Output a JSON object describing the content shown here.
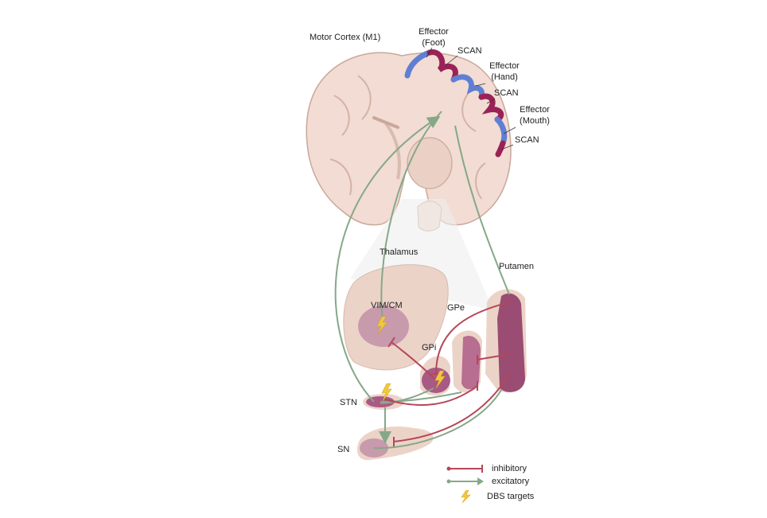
{
  "labels": {
    "motor_cortex": "Motor Cortex (M1)",
    "effector_foot": "Effector\n(Foot)",
    "effector_foot_l1": "Effector",
    "effector_foot_l2": "(Foot)",
    "scan_1": "SCAN",
    "effector_hand_l1": "Effector",
    "effector_hand_l2": "(Hand)",
    "scan_2": "SCAN",
    "effector_mouth_l1": "Effector",
    "effector_mouth_l2": "(Mouth)",
    "scan_3": "SCAN",
    "thalamus": "Thalamus",
    "putamen": "Putamen",
    "vim_cm": "VIM/CM",
    "gpe": "GPe",
    "gpi": "GPi",
    "stn": "STN",
    "sn": "SN"
  },
  "legend": {
    "inhibitory": "inhibitory",
    "excitatory": "excitatory",
    "dbs_targets": "DBS targets"
  },
  "colors": {
    "inhibitory": "#b5475a",
    "excitatory": "#86a888",
    "effector": "#5f7fd3",
    "scan": "#9b2256",
    "brain": "#f2dcd3",
    "nucleus": "#a86a8a",
    "dbs": "#f0c93a"
  },
  "icons": {
    "dbs_target": "lightning-bolt-icon"
  }
}
